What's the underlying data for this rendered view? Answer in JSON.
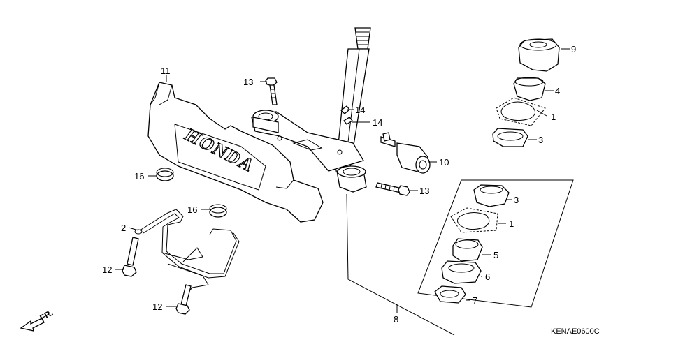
{
  "diagram": {
    "callouts": {
      "c9": "9",
      "c4": "4",
      "c1a": "1",
      "c3a": "3",
      "c10": "10",
      "c13a": "13",
      "c13b": "13",
      "c14a": "14",
      "c14b": "14",
      "c11": "11",
      "c16a": "16",
      "c16b": "16",
      "c2": "2",
      "c12a": "12",
      "c12b": "12",
      "c3b": "3",
      "c1b": "1",
      "c5": "5",
      "c6": "6",
      "c7": "7",
      "c8": "8"
    },
    "brand_text": "HONDA",
    "direction_label": "FR.",
    "drawing_code": "KENAE0600C"
  }
}
